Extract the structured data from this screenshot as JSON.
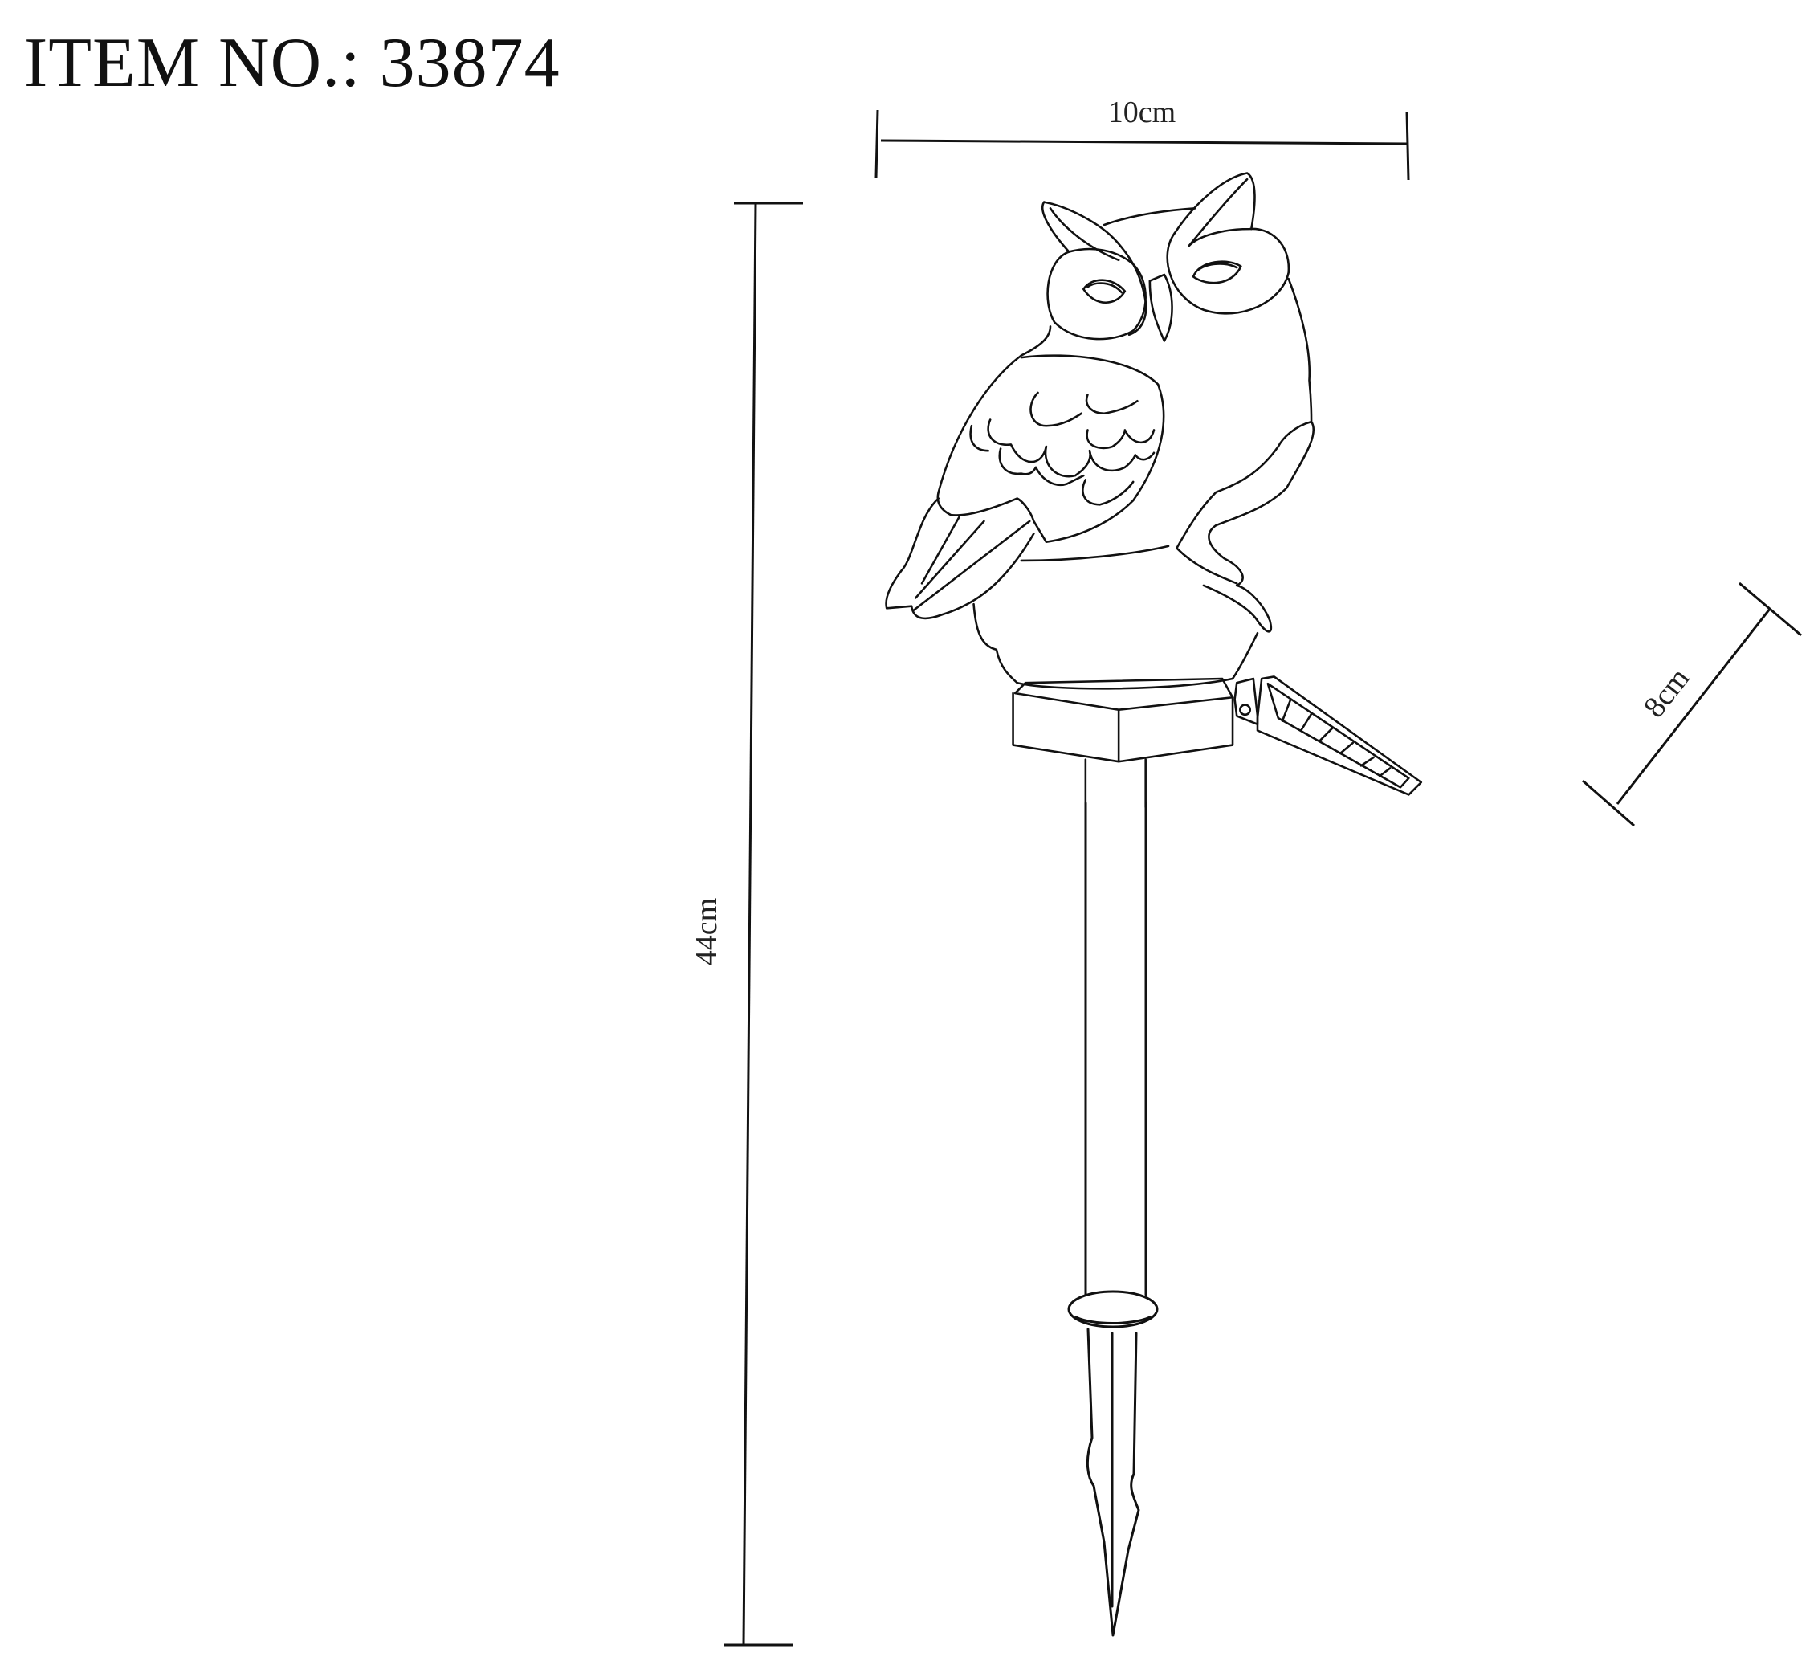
{
  "title": "ITEM NO.: 33874",
  "dimensions": {
    "width_label": "10cm",
    "height_label": "44cm",
    "depth_label": "8cm"
  },
  "colors": {
    "line": "#111111",
    "background": "#ffffff"
  }
}
